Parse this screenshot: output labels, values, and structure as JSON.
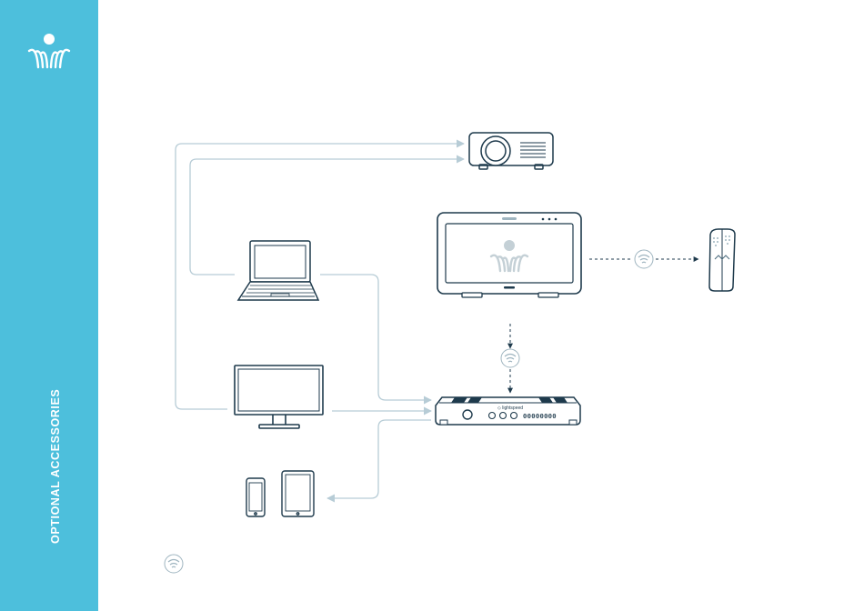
{
  "sidebar": {
    "label": "OPTIONAL ACCESSORIES"
  },
  "colors": {
    "accent": "#4dbfdc",
    "connector": "#b7ccd6",
    "device_stroke": "#1e3a4c",
    "wireless": "#9fb5c0",
    "device_mark": "#c4d0d6",
    "pod_text": "#4a6b7d"
  },
  "icons": {
    "sidebar_logo": "brand-logo-icon",
    "projector": "projector-icon",
    "display": "touch-display-icon",
    "speaker_mic": "speaker-mic-icon",
    "laptop": "laptop-icon",
    "monitor": "monitor-icon",
    "base_unit": "base-unit-icon",
    "phone": "phone-icon",
    "tablet": "tablet-icon",
    "wireless": "wireless-icon"
  },
  "devices": {
    "base_unit": {
      "brand": "◇ lightspeed",
      "display": "00000000"
    }
  }
}
